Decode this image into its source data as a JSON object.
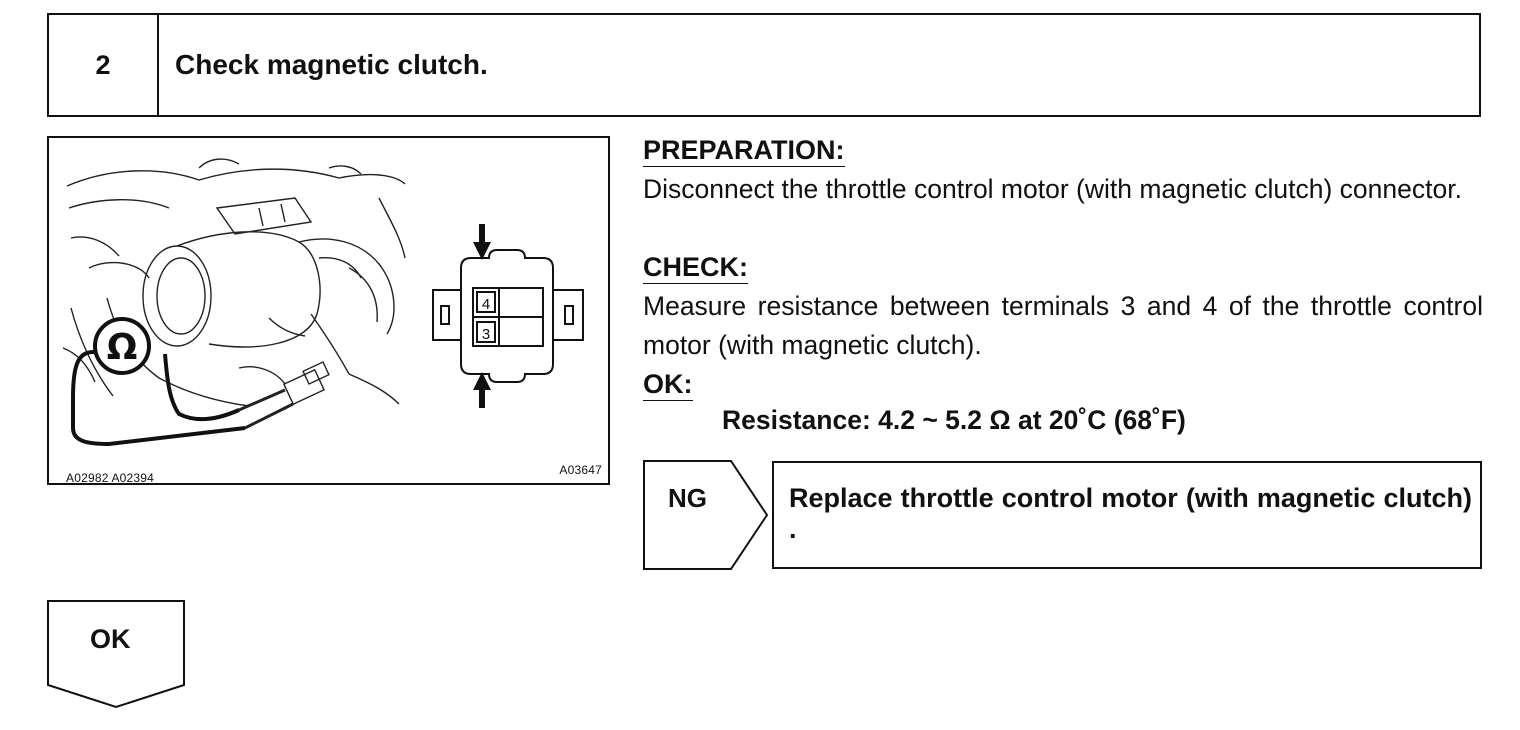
{
  "step": {
    "number": "2",
    "title": "Check magnetic clutch."
  },
  "illustration": {
    "code_left": "A02982 A02394",
    "code_right": "A03647",
    "ohm_symbol": "Ω",
    "terminal_top": "4",
    "terminal_bottom": "3",
    "icons": [
      "ohmmeter-icon",
      "connector-diagram",
      "arrow-down-icon",
      "arrow-up-icon"
    ]
  },
  "preparation": {
    "heading": "PREPARATION:",
    "text": "Disconnect the throttle control motor (with magnetic clutch) connector."
  },
  "check": {
    "heading": "CHECK:",
    "text": "Measure resistance between terminals 3 and 4 of the throttle control motor (with magnetic clutch)."
  },
  "ok": {
    "heading": "OK:",
    "spec": "Resistance: 4.2 ~ 5.2 Ω at 20˚C (68˚F)"
  },
  "ng": {
    "label": "NG",
    "action": "Replace throttle control motor (with magnetic clutch) ."
  },
  "ok_flag": {
    "label": "OK"
  }
}
